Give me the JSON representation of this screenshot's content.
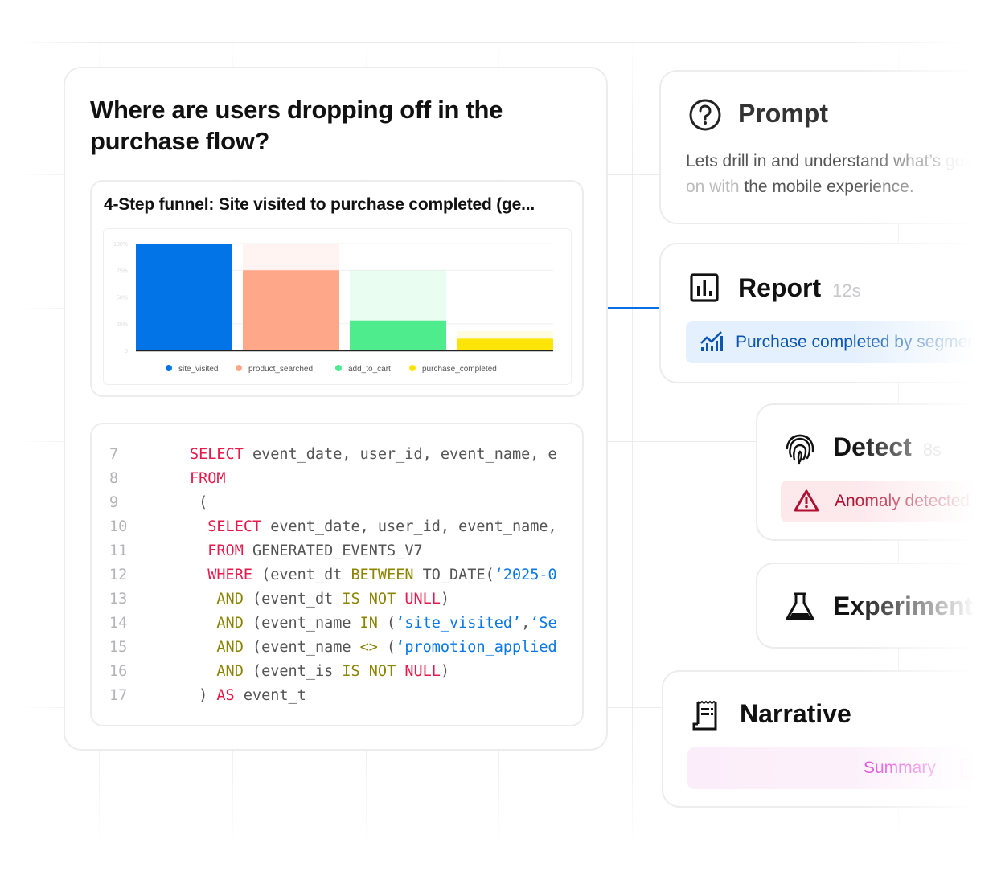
{
  "main": {
    "question": "Where are users dropping off in the purchase flow?",
    "chart_title": "4-Step funnel: Site visited to purchase completed (ge...",
    "code_lines": [
      {
        "n": "7",
        "indent": "",
        "tokens": [
          [
            "kw",
            "SELECT"
          ],
          [
            "plain",
            " event_date, user_id, event_name, e"
          ]
        ]
      },
      {
        "n": "8",
        "indent": "",
        "tokens": [
          [
            "kw",
            "FROM"
          ]
        ]
      },
      {
        "n": "9",
        "indent": " ",
        "tokens": [
          [
            "plain",
            "("
          ]
        ]
      },
      {
        "n": "10",
        "indent": "  ",
        "tokens": [
          [
            "kw",
            "SELECT"
          ],
          [
            "plain",
            " event_date, user_id, event_name,"
          ]
        ]
      },
      {
        "n": "11",
        "indent": "  ",
        "tokens": [
          [
            "kw",
            "FROM"
          ],
          [
            "plain",
            " GENERATED_EVENTS_V7"
          ]
        ]
      },
      {
        "n": "12",
        "indent": "  ",
        "tokens": [
          [
            "kw",
            "WHERE"
          ],
          [
            "plain",
            " (event_dt "
          ],
          [
            "op",
            "BETWEEN"
          ],
          [
            "plain",
            " TO_DATE("
          ],
          [
            "str",
            "‘2025-0"
          ]
        ]
      },
      {
        "n": "13",
        "indent": "   ",
        "tokens": [
          [
            "op",
            "AND"
          ],
          [
            "plain",
            " (event_dt "
          ],
          [
            "op",
            "IS NOT"
          ],
          [
            "plain",
            " "
          ],
          [
            "kw",
            "UNLL"
          ],
          [
            "plain",
            ")"
          ]
        ]
      },
      {
        "n": "14",
        "indent": "   ",
        "tokens": [
          [
            "op",
            "AND"
          ],
          [
            "plain",
            " (event_name "
          ],
          [
            "op",
            "IN"
          ],
          [
            "plain",
            " ("
          ],
          [
            "str",
            "‘site_visited’"
          ],
          [
            "plain",
            ","
          ],
          [
            "str",
            "‘Se"
          ]
        ]
      },
      {
        "n": "15",
        "indent": "   ",
        "tokens": [
          [
            "op",
            "AND"
          ],
          [
            "plain",
            " (event_name "
          ],
          [
            "op",
            "<>"
          ],
          [
            "plain",
            " ("
          ],
          [
            "str",
            "‘promotion_applied"
          ]
        ]
      },
      {
        "n": "16",
        "indent": "   ",
        "tokens": [
          [
            "op",
            "AND"
          ],
          [
            "plain",
            " (event_is "
          ],
          [
            "op",
            "IS NOT"
          ],
          [
            "plain",
            " "
          ],
          [
            "kw",
            "NULL"
          ],
          [
            "plain",
            ")"
          ]
        ]
      },
      {
        "n": "17",
        "indent": " ",
        "tokens": [
          [
            "plain",
            ") "
          ],
          [
            "kw",
            "AS"
          ],
          [
            "plain",
            " event_t"
          ]
        ]
      }
    ]
  },
  "chart_data": {
    "type": "bar",
    "title": "4-Step funnel: Site visited to purchase completed (ge...",
    "categories": [
      "site_visited",
      "product_searched",
      "add_to_cart",
      "purchase_completed"
    ],
    "values": [
      100,
      75,
      28,
      11
    ],
    "previous_step_values": [
      100,
      100,
      75,
      18
    ],
    "colors": [
      "#0274e8",
      "#ffa889",
      "#4eec8c",
      "#fde50a"
    ],
    "yticks": [
      "0",
      "25%",
      "50%",
      "75%",
      "100%"
    ],
    "ylim": [
      0,
      100
    ],
    "grid": true,
    "legend": "bottom"
  },
  "steps": {
    "prompt": {
      "title": "Prompt",
      "icon": "question-circle-icon",
      "text_a": "Lets drill in and understand what’s ",
      "text_b": "going on with",
      "text_c": "the mobile experience."
    },
    "report": {
      "title": "Report",
      "time": "12s",
      "icon": "bar-chart-icon",
      "item": "Purchase completed by segment",
      "item_icon": "trend-chart-icon",
      "color": "#0b57b0"
    },
    "detect": {
      "title": "Detect",
      "time": "8s",
      "icon": "fingerprint-icon",
      "item": "Anomaly detected",
      "item_icon": "warning-icon",
      "color": "#b0102f"
    },
    "experiment": {
      "title": "Experiment",
      "icon": "flask-icon"
    },
    "narrative": {
      "title": "Narrative",
      "icon": "receipt-icon",
      "item": "Summary",
      "item_icon": "external-link-icon",
      "color": "#e040d8"
    }
  },
  "connector_color": "#0a6ee6"
}
